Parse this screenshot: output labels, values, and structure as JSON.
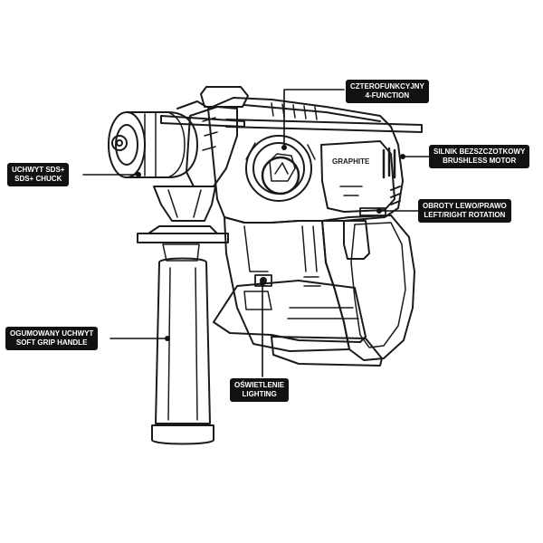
{
  "brand": {
    "logo_text": "GRAPHITE"
  },
  "callouts": {
    "four_function": {
      "line1": "CZTEROFUNKCYJNY",
      "line2": "4-FUNCTION"
    },
    "sds_chuck": {
      "line1": "UCHWYT SDS+",
      "line2": "SDS+ CHUCK"
    },
    "brushless_motor": {
      "line1": "SILNIK BEZSZCZOTKOWY",
      "line2": "BRUSHLESS MOTOR"
    },
    "rotation": {
      "line1": "OBROTY LEWO/PRAWO",
      "line2": "LEFT/RIGHT ROTATION"
    },
    "soft_grip": {
      "line1": "OGUMOWANY UCHWYT",
      "line2": "SOFT GRIP HANDLE"
    },
    "lighting": {
      "line1": "OŚWIETLENIE",
      "line2": "LIGHTING"
    }
  },
  "colors": {
    "label_bg": "#111111",
    "label_text": "#ffffff",
    "line_art": "#1a1a1a",
    "background": "#ffffff"
  }
}
